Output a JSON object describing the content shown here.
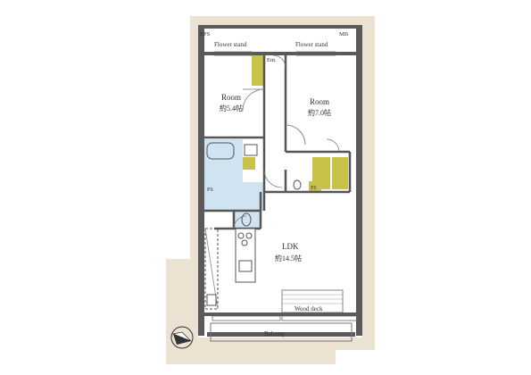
{
  "labels": {
    "eps": "EPS",
    "mb": "MB",
    "flower_stand_left": "Flower stand",
    "flower_stand_right": "Flower stand",
    "entrance": "Ent.",
    "room1_name": "Room",
    "room1_size": "約5.4帖",
    "room2_name": "Room",
    "room2_size": "約7.0帖",
    "ps_left": "PS",
    "ps_right": "PS",
    "ldk_name": "LDK",
    "ldk_size": "約14.5帖",
    "wood_deck": "Wood deck",
    "balcony": "Balcony"
  },
  "colors": {
    "background_beige": "#ece2d2",
    "wall": "#5a5a5a",
    "floor": "#ffffff",
    "wet_area_blue": "#cfe3f0",
    "storage_olive": "#c9c24a",
    "text": "#333333"
  },
  "icons": {
    "compass": "north-arrow-icon"
  }
}
